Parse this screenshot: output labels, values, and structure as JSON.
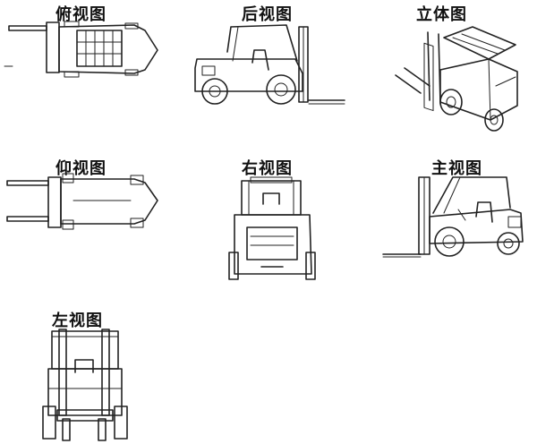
{
  "views": {
    "top": {
      "label": "俯视图"
    },
    "rear": {
      "label": "后视图"
    },
    "iso": {
      "label": "立体图"
    },
    "bottom": {
      "label": "仰视图"
    },
    "right": {
      "label": "右视图"
    },
    "front": {
      "label": "主视图"
    },
    "left": {
      "label": "左视图"
    }
  }
}
